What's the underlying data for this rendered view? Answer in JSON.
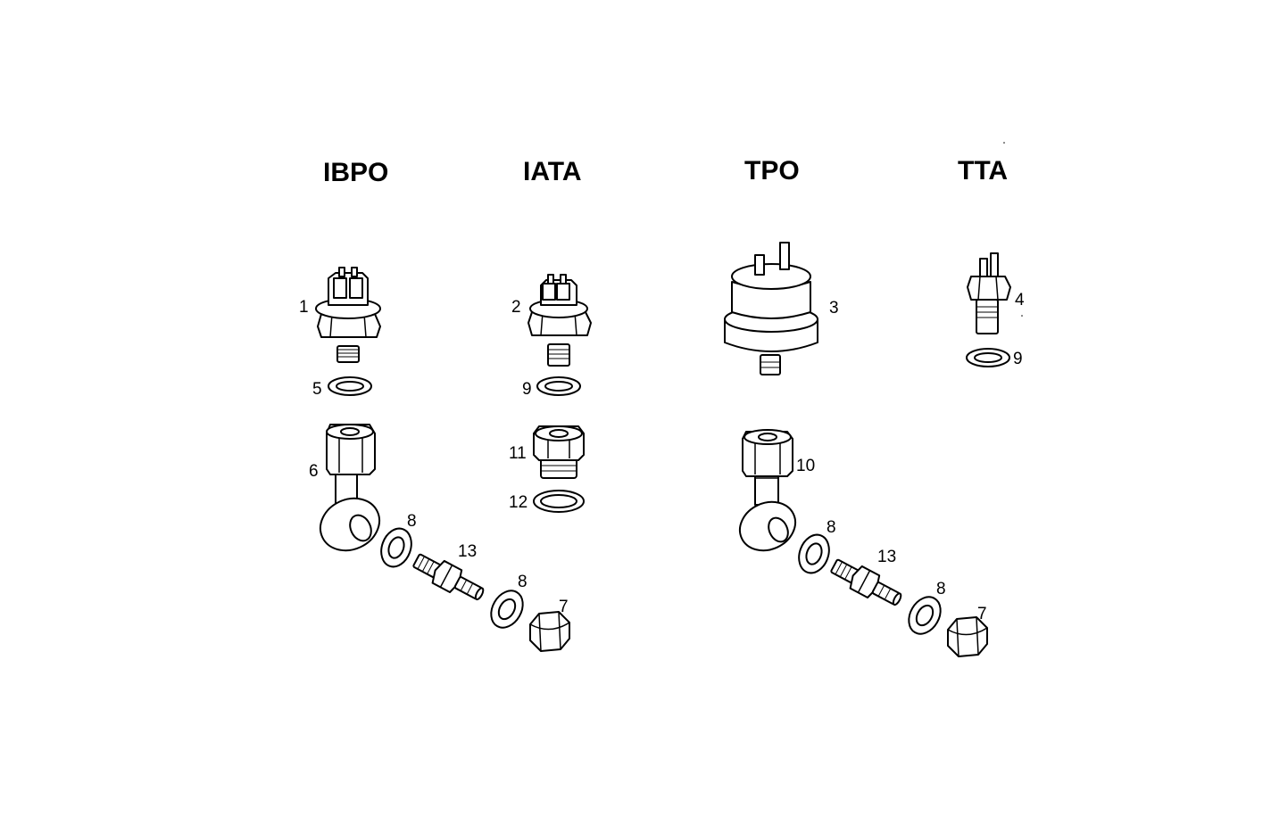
{
  "groups": [
    {
      "title": "IBPO"
    },
    {
      "title": "IATA"
    },
    {
      "title": "TPO"
    },
    {
      "title": "TTA"
    }
  ],
  "callouts": {
    "c1": "1",
    "c2": "2",
    "c3": "3",
    "c4": "4",
    "c5": "5",
    "c6": "6",
    "c7a": "7",
    "c7b": "7",
    "c8a": "8",
    "c8b": "8",
    "c8c": "8",
    "c8d": "8",
    "c9a": "9",
    "c9b": "9",
    "c10": "10",
    "c11": "11",
    "c12": "12",
    "c13a": "13",
    "c13b": "13"
  }
}
